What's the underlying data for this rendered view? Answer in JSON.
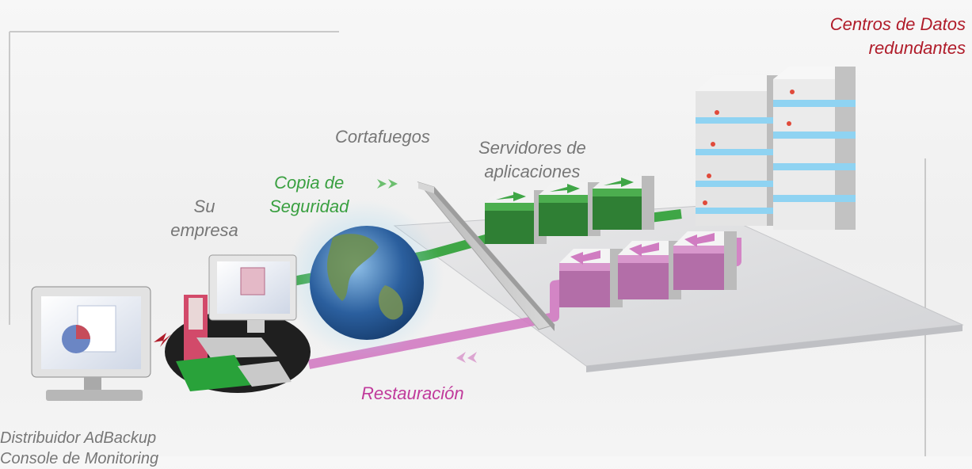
{
  "labels": {
    "datacenters_line1": "Centros de Datos",
    "datacenters_line2": "redundantes",
    "firewall": "Cortafuegos",
    "app_servers_line1": "Servidores de",
    "app_servers_line2": "aplicaciones",
    "backup_line1": "Copia de",
    "backup_line2": "Seguridad",
    "company_line1": "Su",
    "company_line2": "empresa",
    "restore": "Restauración",
    "distributor_line1": "Distribuidor AdBackup",
    "distributor_line2": "Console de Monitoring"
  },
  "colors": {
    "backup_green": "#3aa041",
    "restore_pink": "#c03a9b",
    "datacenter_red": "#b01c2a",
    "label_gray": "#777777",
    "server_cyan": "#7fd3f0"
  }
}
